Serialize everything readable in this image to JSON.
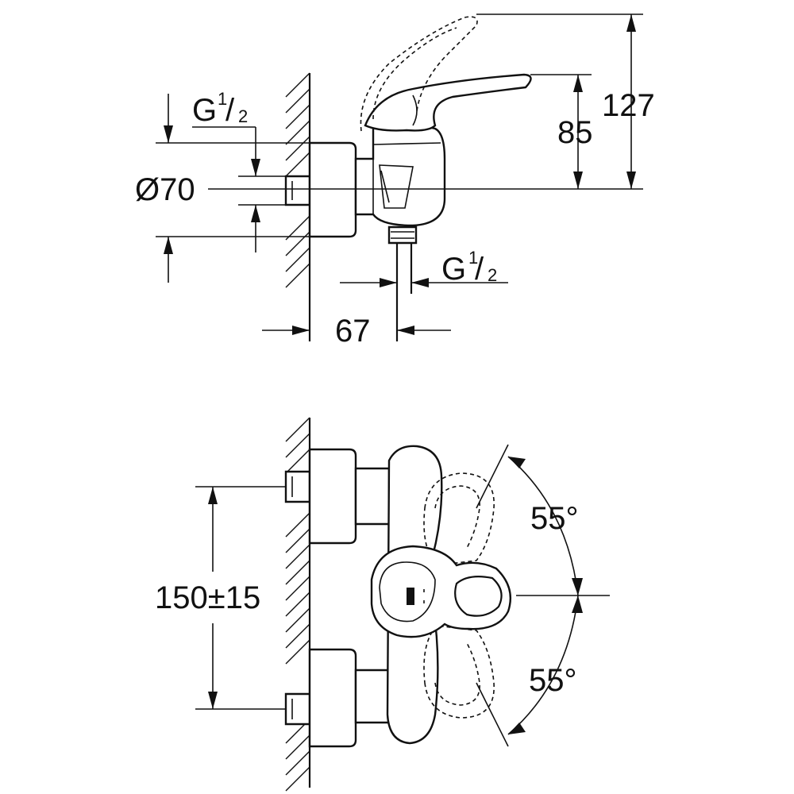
{
  "side_view": {
    "dim_127": "127",
    "dim_85": "85",
    "dim_67": "67",
    "dim_diameter_70": "Ø70",
    "thread_inlet": {
      "main": "G",
      "num": "1",
      "slash": "/",
      "den": "2"
    },
    "thread_outlet": {
      "main": "G",
      "num": "1",
      "slash": "/",
      "den": "2"
    }
  },
  "front_view": {
    "dim_spacing": "150±15",
    "angle_upper": "55°",
    "angle_lower": "55°"
  }
}
